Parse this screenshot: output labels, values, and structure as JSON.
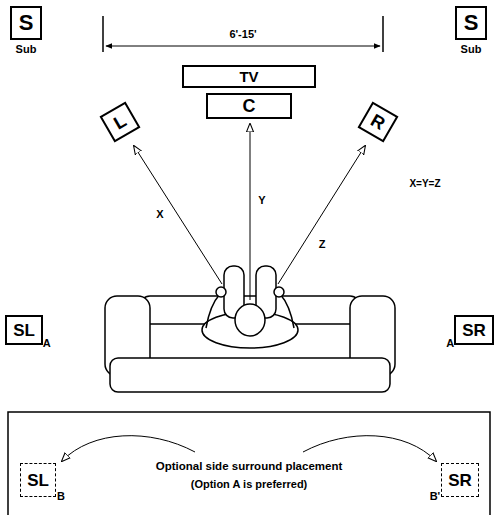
{
  "diagram": {
    "nodes": [
      {
        "text": [
          "S",
          "Sub"
        ]
      },
      {
        "text": [
          "TV"
        ]
      },
      {
        "text": [
          "S",
          "Sub"
        ]
      },
      {
        "text": [
          "C"
        ]
      },
      {
        "text": [
          "L"
        ]
      },
      {
        "text": [
          "R"
        ]
      },
      {
        "text": [
          "SL",
          "A"
        ]
      },
      {
        "text": [
          "SR",
          "A"
        ]
      },
      {
        "text": [
          "SL",
          "B"
        ]
      },
      {
        "text": [
          "SR",
          "B'"
        ]
      }
    ],
    "labels": [
      "6'-15'",
      "X",
      "Y",
      "Z",
      "X=Y=Z",
      "Optional side surround placement",
      "(Option A is preferred)"
    ]
  }
}
